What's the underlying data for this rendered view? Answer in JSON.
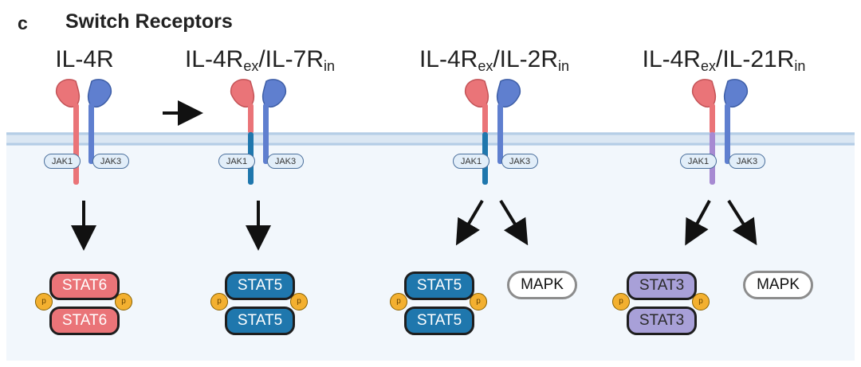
{
  "panel_letter": "c",
  "panel_title": "Switch Receptors",
  "jak_labels": {
    "left": "JAK1",
    "right": "JAK3"
  },
  "phospho_label": "p",
  "colors": {
    "il4r_red": "#ea7478",
    "common_gamma_blue": "#5f7fcf",
    "il7r_blue": "#1f77ad",
    "il21r_purple": "#a78ad2",
    "membrane": "#c9dcef",
    "cytoplasm": "#f2f7fc"
  },
  "receptors": [
    {
      "name": "IL-4R",
      "name_parts": [
        "IL-4R",
        "",
        "",
        ""
      ],
      "stats": [
        "STAT6",
        "STAT6"
      ],
      "mapk": ""
    },
    {
      "name_parts": [
        "IL-4R",
        "ex",
        "/IL-7R",
        "in"
      ],
      "stats": [
        "STAT5",
        "STAT5"
      ],
      "mapk": ""
    },
    {
      "name_parts": [
        "IL-4R",
        "ex",
        "/IL-2R",
        "in"
      ],
      "stats": [
        "STAT5",
        "STAT5"
      ],
      "mapk": "MAPK"
    },
    {
      "name_parts": [
        "IL-4R",
        "ex",
        "/IL-21R",
        "in"
      ],
      "stats": [
        "STAT3",
        "STAT3"
      ],
      "mapk": "MAPK"
    }
  ]
}
